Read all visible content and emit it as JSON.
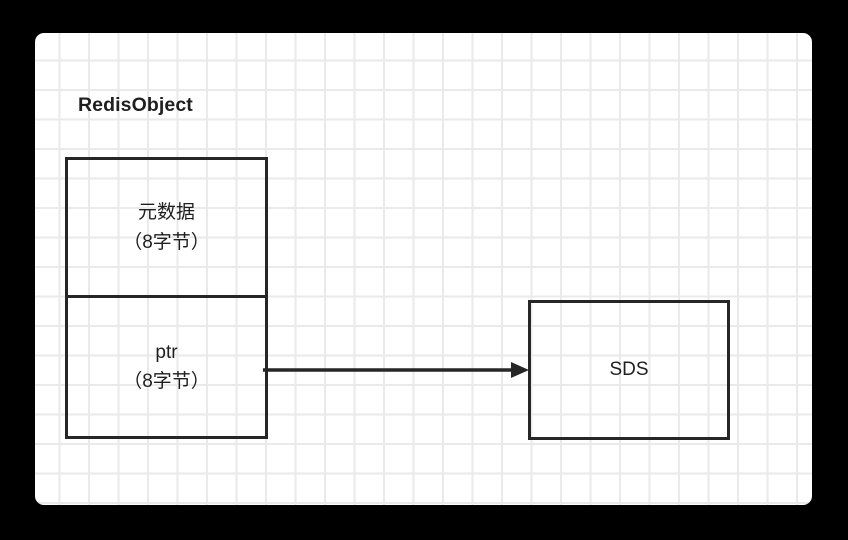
{
  "canvas": {
    "background_color": "#ffffff",
    "grid_color": "#eaeaea",
    "outer_background_color": "#000000"
  },
  "diagram": {
    "title": "RedisObject",
    "stroke_color": "#262626",
    "text_color": "#1f1f1f",
    "nodes": [
      {
        "id": "redisobject",
        "label": "RedisObject",
        "cells": [
          {
            "id": "metadata",
            "line1": "元数据",
            "line2": "（8字节）"
          },
          {
            "id": "ptr",
            "line1": "ptr",
            "line2": "（8字节）"
          }
        ]
      },
      {
        "id": "sds",
        "label": "SDS"
      }
    ],
    "edges": [
      {
        "id": "ptr-to-sds",
        "from": "ptr",
        "to": "sds",
        "style": "solid",
        "arrowhead": "filled-triangle"
      }
    ]
  }
}
